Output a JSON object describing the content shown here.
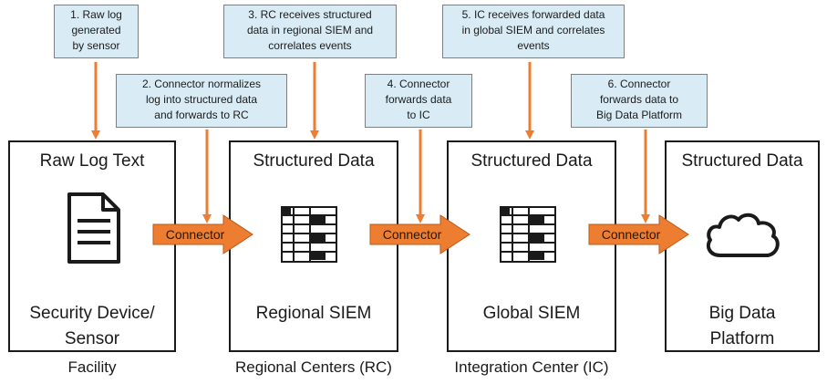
{
  "steps": [
    {
      "line1": "1. Raw log",
      "line2": "generated",
      "line3": "by sensor"
    },
    {
      "line1": "2. Connector normalizes",
      "line2": "log into structured data",
      "line3": "and forwards to RC"
    },
    {
      "line1": "3. RC receives structured",
      "line2": "data in regional SIEM and",
      "line3": "correlates events"
    },
    {
      "line1": "4. Connector",
      "line2": "forwards data",
      "line3": "to IC"
    },
    {
      "line1": "5. IC receives forwarded data",
      "line2": "in global SIEM and correlates",
      "line3": "events"
    },
    {
      "line1": "6. Connector",
      "line2": "forwards data to",
      "line3": "Big Data Platform"
    }
  ],
  "panels": [
    {
      "title": "Raw Log Text",
      "name_line1": "Security Device/",
      "name_line2": "Sensor",
      "icon": "document-icon"
    },
    {
      "title": "Structured Data",
      "name_line1": "Regional SIEM",
      "name_line2": "",
      "icon": "table-icon"
    },
    {
      "title": "Structured Data",
      "name_line1": "Global SIEM",
      "name_line2": "",
      "icon": "table-icon"
    },
    {
      "title": "Structured Data",
      "name_line1": "Big Data",
      "name_line2": "Platform",
      "icon": "cloud-icon"
    }
  ],
  "connectors": [
    {
      "label": "Connector"
    },
    {
      "label": "Connector"
    },
    {
      "label": "Connector"
    }
  ],
  "groups": [
    {
      "label": "Facility"
    },
    {
      "label": "Regional Centers (RC)"
    },
    {
      "label": "Integration Center (IC)"
    }
  ],
  "colors": {
    "note_fill": "#d9ecf5",
    "arrow": "#ed7d31",
    "border": "#1a1a1a"
  }
}
